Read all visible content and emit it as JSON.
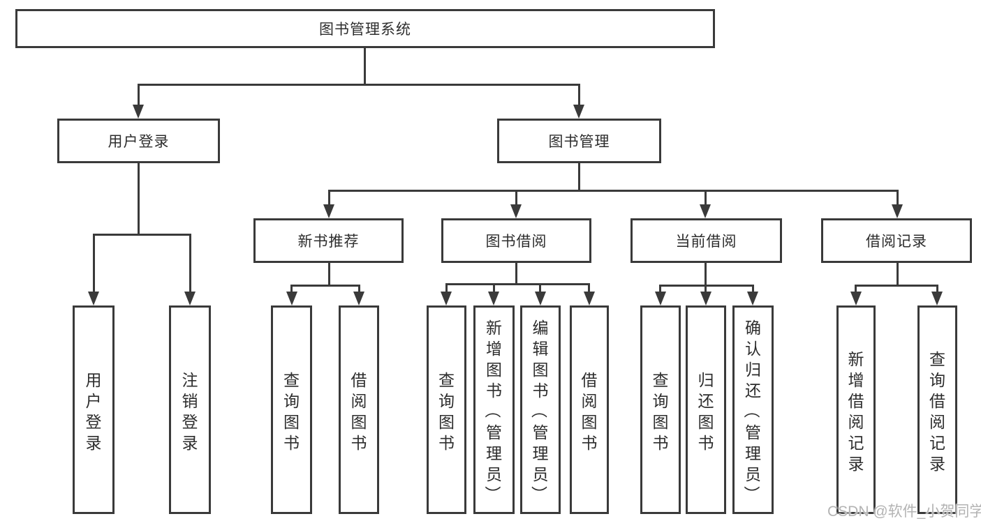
{
  "colors": {
    "line": "#3a3a3a",
    "text": "#2d2d2d",
    "background": "#ffffff",
    "watermark": "#b3b3b3"
  },
  "watermark": "CSDN @软件_小贺同学",
  "tree": {
    "label": "图书管理系统",
    "children": [
      {
        "label": "用户登录",
        "children": [
          {
            "label": "用户登录"
          },
          {
            "label": "注销登录"
          }
        ]
      },
      {
        "label": "图书管理",
        "children": [
          {
            "label": "新书推荐",
            "children": [
              {
                "label": "查询图书"
              },
              {
                "label": "借阅图书"
              }
            ]
          },
          {
            "label": "图书借阅",
            "children": [
              {
                "label": "查询图书"
              },
              {
                "label": "新增图书（管理员）"
              },
              {
                "label": "编辑图书（管理员）"
              },
              {
                "label": "借阅图书"
              }
            ]
          },
          {
            "label": "当前借阅",
            "children": [
              {
                "label": "查询图书"
              },
              {
                "label": "归还图书"
              },
              {
                "label": "确认归还（管理员）"
              }
            ]
          },
          {
            "label": "借阅记录",
            "children": [
              {
                "label": "新增借阅记录"
              },
              {
                "label": "查询借阅记录"
              }
            ]
          }
        ]
      }
    ]
  }
}
